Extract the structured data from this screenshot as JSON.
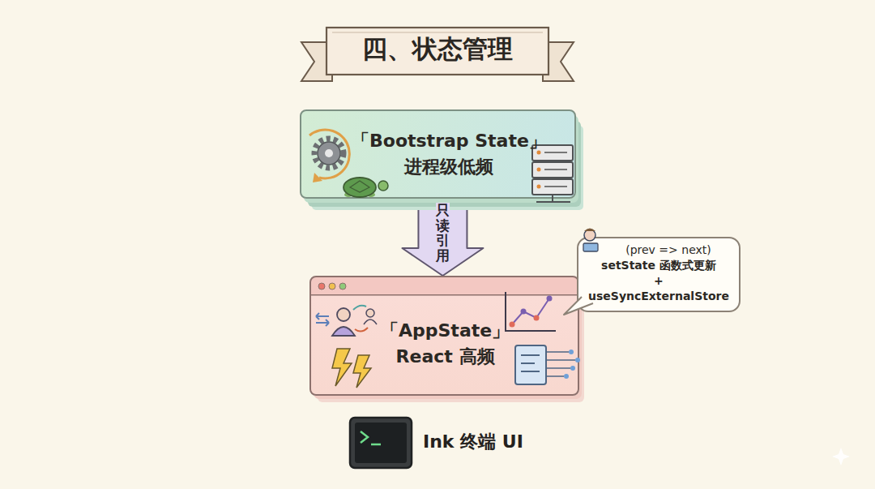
{
  "diagram": {
    "title": "四、状态管理",
    "nodes": [
      {
        "text": [
          "「Bootstrap State」",
          "进程级低频"
        ]
      },
      {
        "text": [
          "「AppState」",
          "React 高频"
        ]
      },
      {
        "text": [
          "(prev => next)",
          "setState 函数式更新",
          "+",
          "useSyncExternalStore"
        ]
      }
    ],
    "edges": [
      {
        "from": 0,
        "to": 1,
        "arrow": "to",
        "label": "只读引用"
      }
    ],
    "labels": [
      "Ink 终端 UI"
    ]
  }
}
